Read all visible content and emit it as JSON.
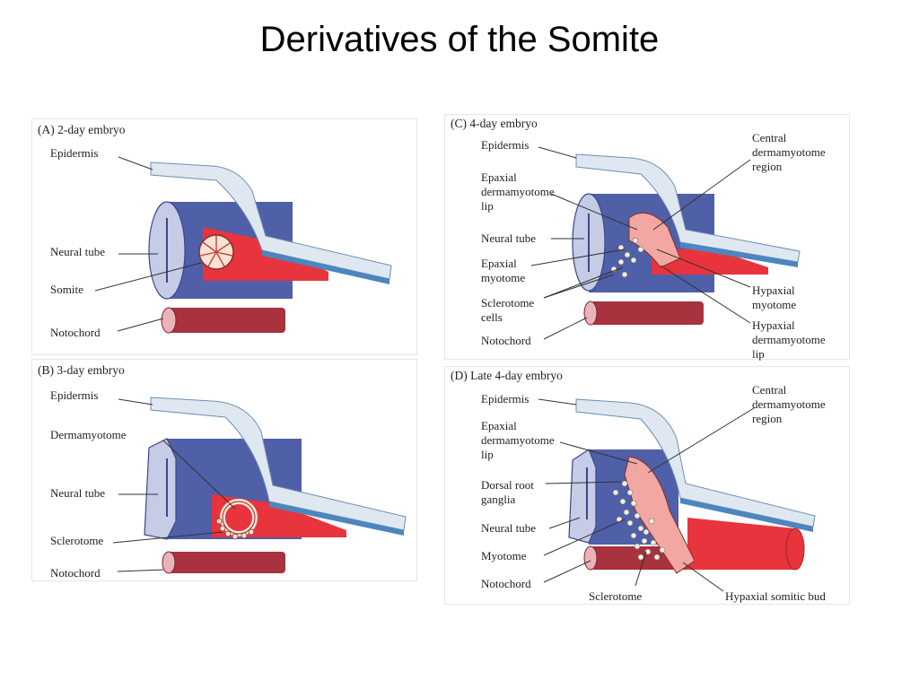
{
  "title": "Derivatives of the Somite",
  "panels": {
    "A": {
      "heading": "(A)  2-day embryo",
      "labels": {
        "epidermis": "Epidermis",
        "neural_tube": "Neural tube",
        "somite": "Somite",
        "notochord": "Notochord"
      }
    },
    "B": {
      "heading": "(B)  3-day embryo",
      "labels": {
        "epidermis": "Epidermis",
        "dermamyotome": "Dermamyotome",
        "neural_tube": "Neural tube",
        "sclerotome": "Sclerotome",
        "notochord": "Notochord"
      }
    },
    "C": {
      "heading": "(C)  4-day embryo",
      "labels": {
        "epidermis": "Epidermis",
        "epaxial_lip": "Epaxial\ndermamyotome\nlip",
        "neural_tube": "Neural tube",
        "epaxial_myotome": "Epaxial\nmyotome",
        "sclerotome_cells": "Sclerotome\ncells",
        "notochord": "Notochord",
        "central_region": "Central\ndermamyotome\nregion",
        "hypaxial_myotome": "Hypaxial\nmyotome",
        "hypaxial_lip": "Hypaxial\ndermamyotome\nlip"
      }
    },
    "D": {
      "heading": "(D)  Late 4-day embryo",
      "labels": {
        "epidermis": "Epidermis",
        "epaxial_lip": "Epaxial\ndermamyotome\nlip",
        "dorsal_root": "Dorsal root\nganglia",
        "neural_tube": "Neural tube",
        "myotome": "Myotome",
        "notochord": "Notochord",
        "central_region": "Central\ndermamyotome\nregion",
        "sclerotome": "Sclerotome",
        "hypaxial_bud": "Hypaxial somitic bud"
      }
    }
  },
  "colors": {
    "epidermis_top": "#dfe8f1",
    "epidermis_edge": "#4d86bf",
    "neural_tube": "#4f5fa8",
    "neural_tube_face": "#c6cbe6",
    "somite_red": "#e8343c",
    "notochord": "#a8323e",
    "dermamyotome_pink": "#f2a7a2",
    "sclerotome_cells": "#f4efe3"
  }
}
